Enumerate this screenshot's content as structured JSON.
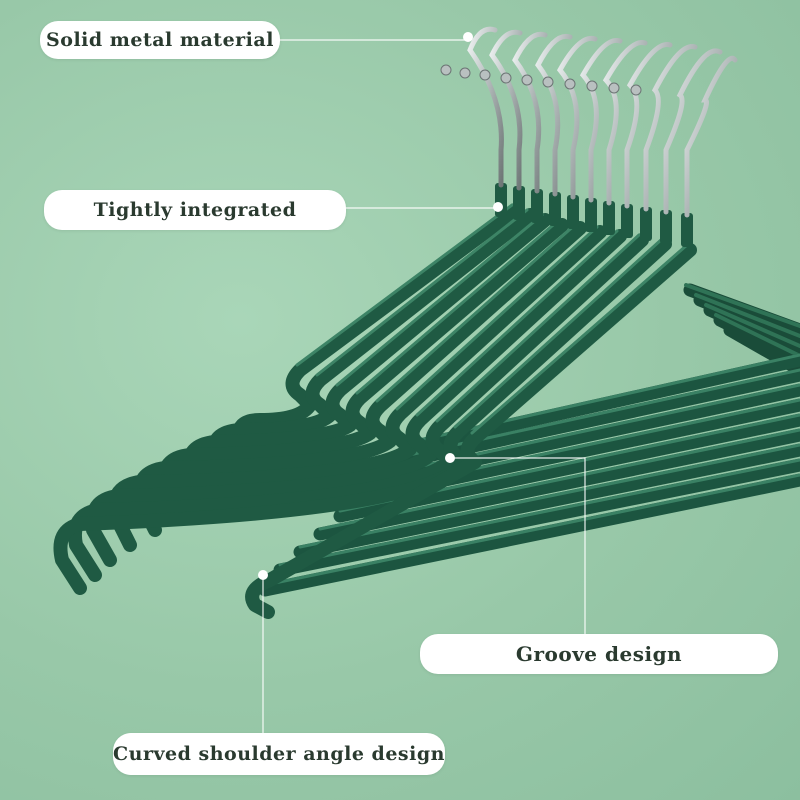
{
  "labels": {
    "solid_metal": "Solid metal material",
    "tightly_integrated": "Tightly integrated",
    "groove": "Groove design",
    "curved_shoulder": "Curved shoulder angle design"
  },
  "colors": {
    "background": "#98c8a8",
    "hanger_green": "#1f5a43",
    "hanger_highlight": "#3d8466",
    "hook_metal": "#c9cfcf",
    "label_bg": "#ffffff",
    "label_text": "#2a3a2f",
    "leader_line": "#ffffff"
  },
  "image": {
    "subject": "stack of green coated metal clothes hangers with silver hooks"
  }
}
